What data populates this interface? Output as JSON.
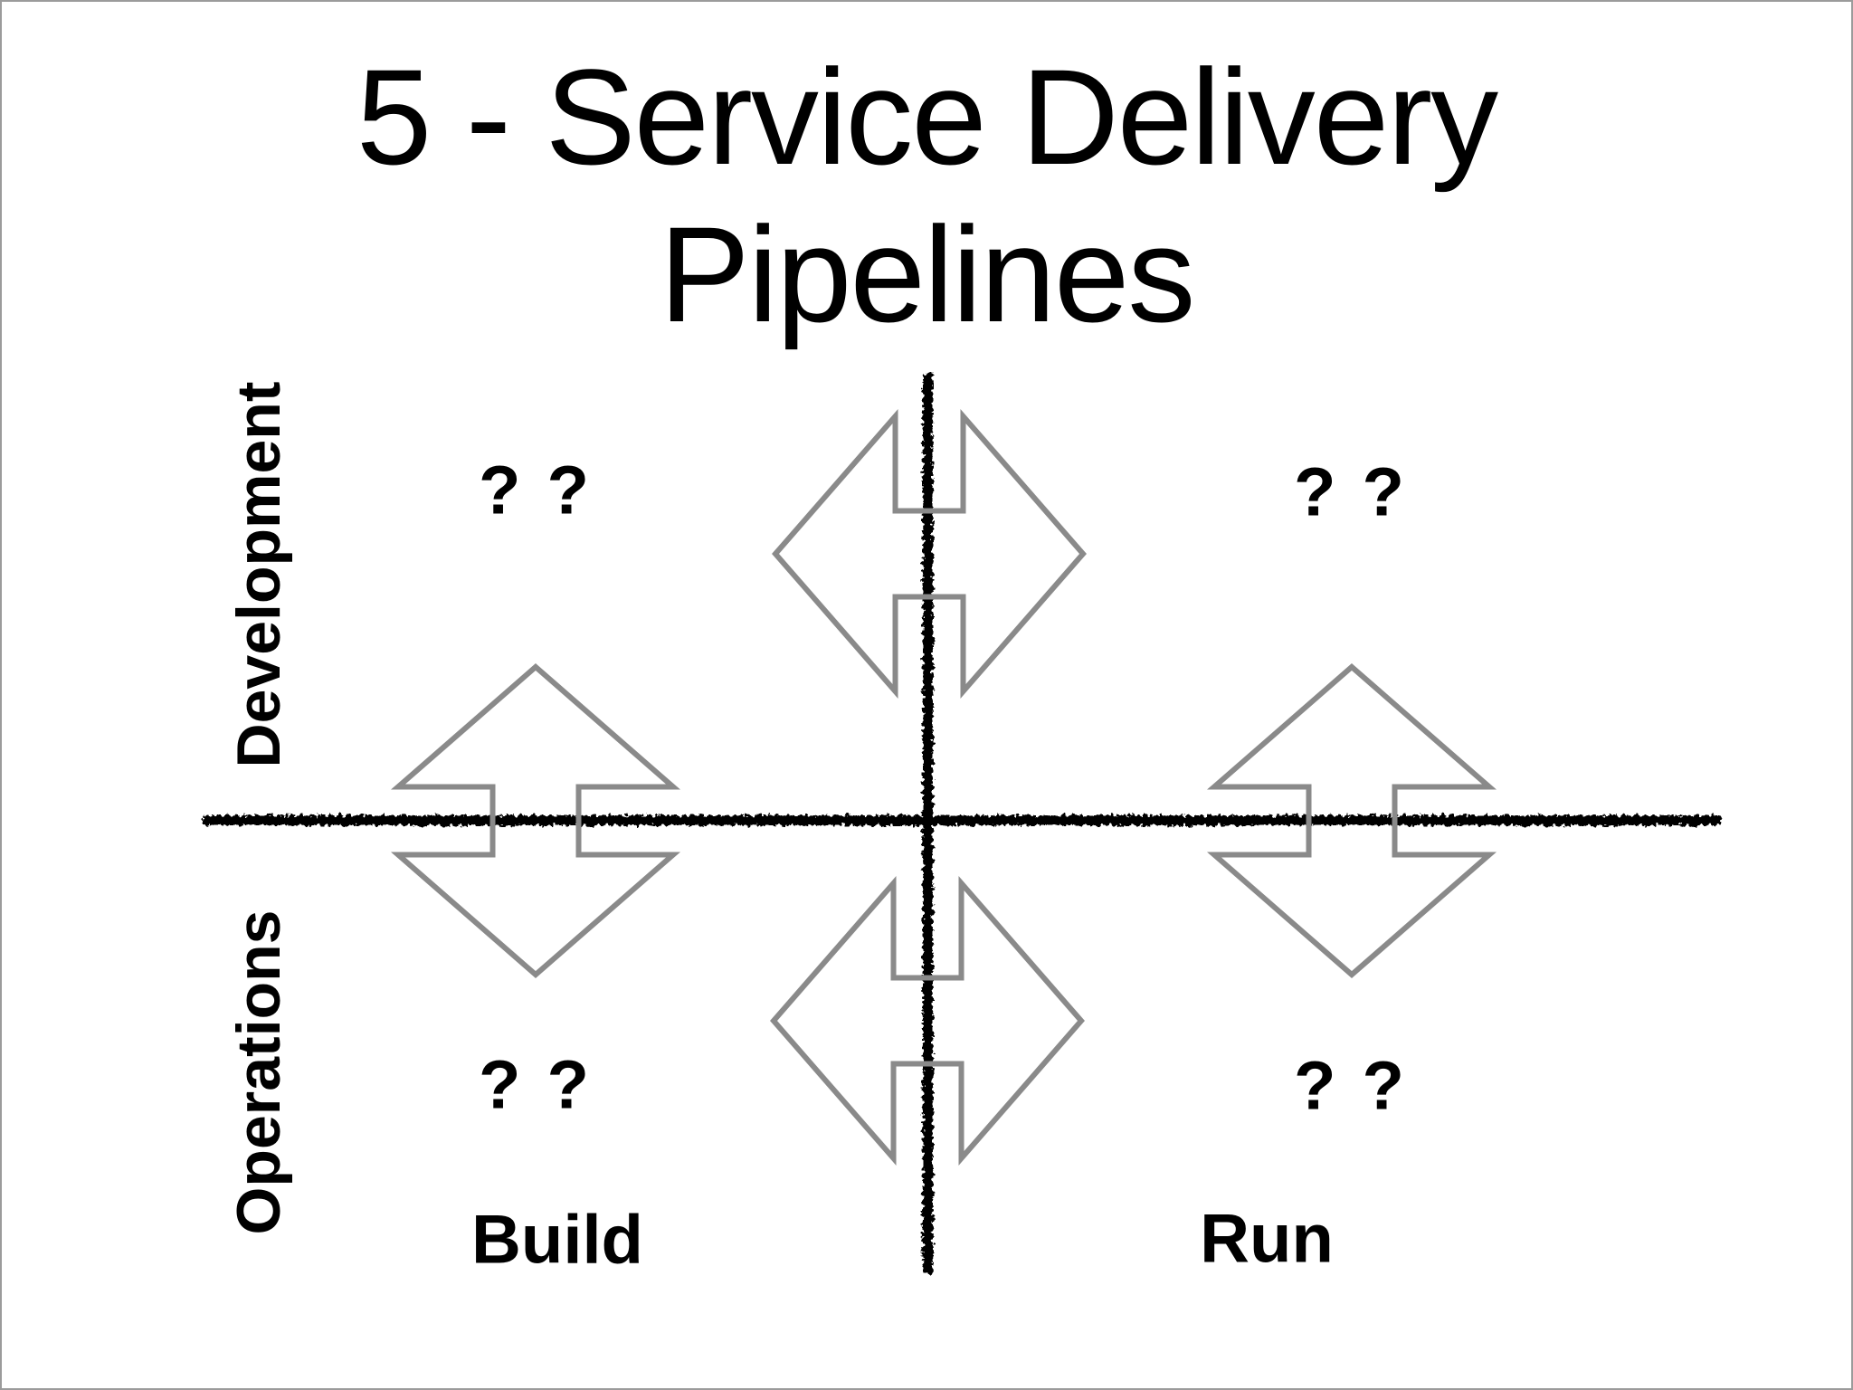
{
  "slide": {
    "title_line1": "5 - Service Delivery",
    "title_line2": "Pipelines",
    "axes": {
      "vertical_top_label": "Development",
      "vertical_bottom_label": "Operations",
      "horizontal_left_label": "Build",
      "horizontal_right_label": "Run"
    },
    "quadrants": {
      "top_left": "? ?",
      "top_right": "? ?",
      "bottom_left": "? ?",
      "bottom_right": "? ?"
    },
    "colors": {
      "background": "#ffffff",
      "text": "#000000",
      "axis_line": "#000000",
      "arrow_outline": "#8a8a8a",
      "slide_border": "#9b9b9b"
    }
  }
}
